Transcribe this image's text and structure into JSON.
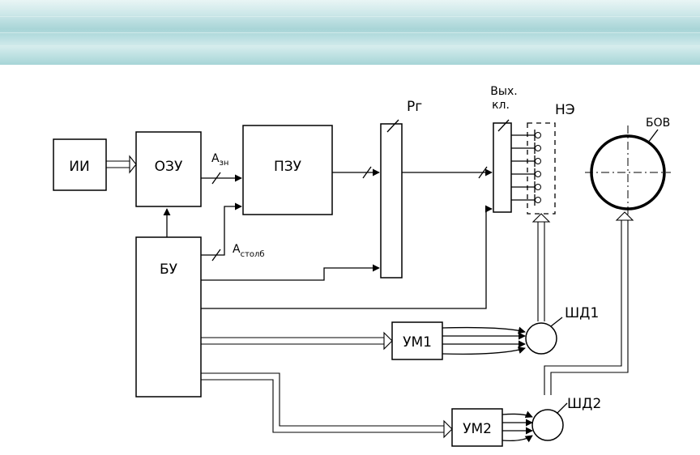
{
  "blocks": {
    "ii": "ИИ",
    "ozu": "ОЗУ",
    "pzu": "ПЗУ",
    "bu": "БУ",
    "rg": "Рг",
    "out_keys_line1": "Вых.",
    "out_keys_line2": "кл.",
    "ne": "НЭ",
    "bov": "БОВ",
    "um1": "УМ1",
    "um2": "УМ2",
    "shd1": "ШД1",
    "shd2": "ШД2"
  },
  "signals": {
    "a_zn_main": "А",
    "a_zn_sub": "зн",
    "a_stolb_main": "А",
    "a_stolb_sub": "столб"
  }
}
